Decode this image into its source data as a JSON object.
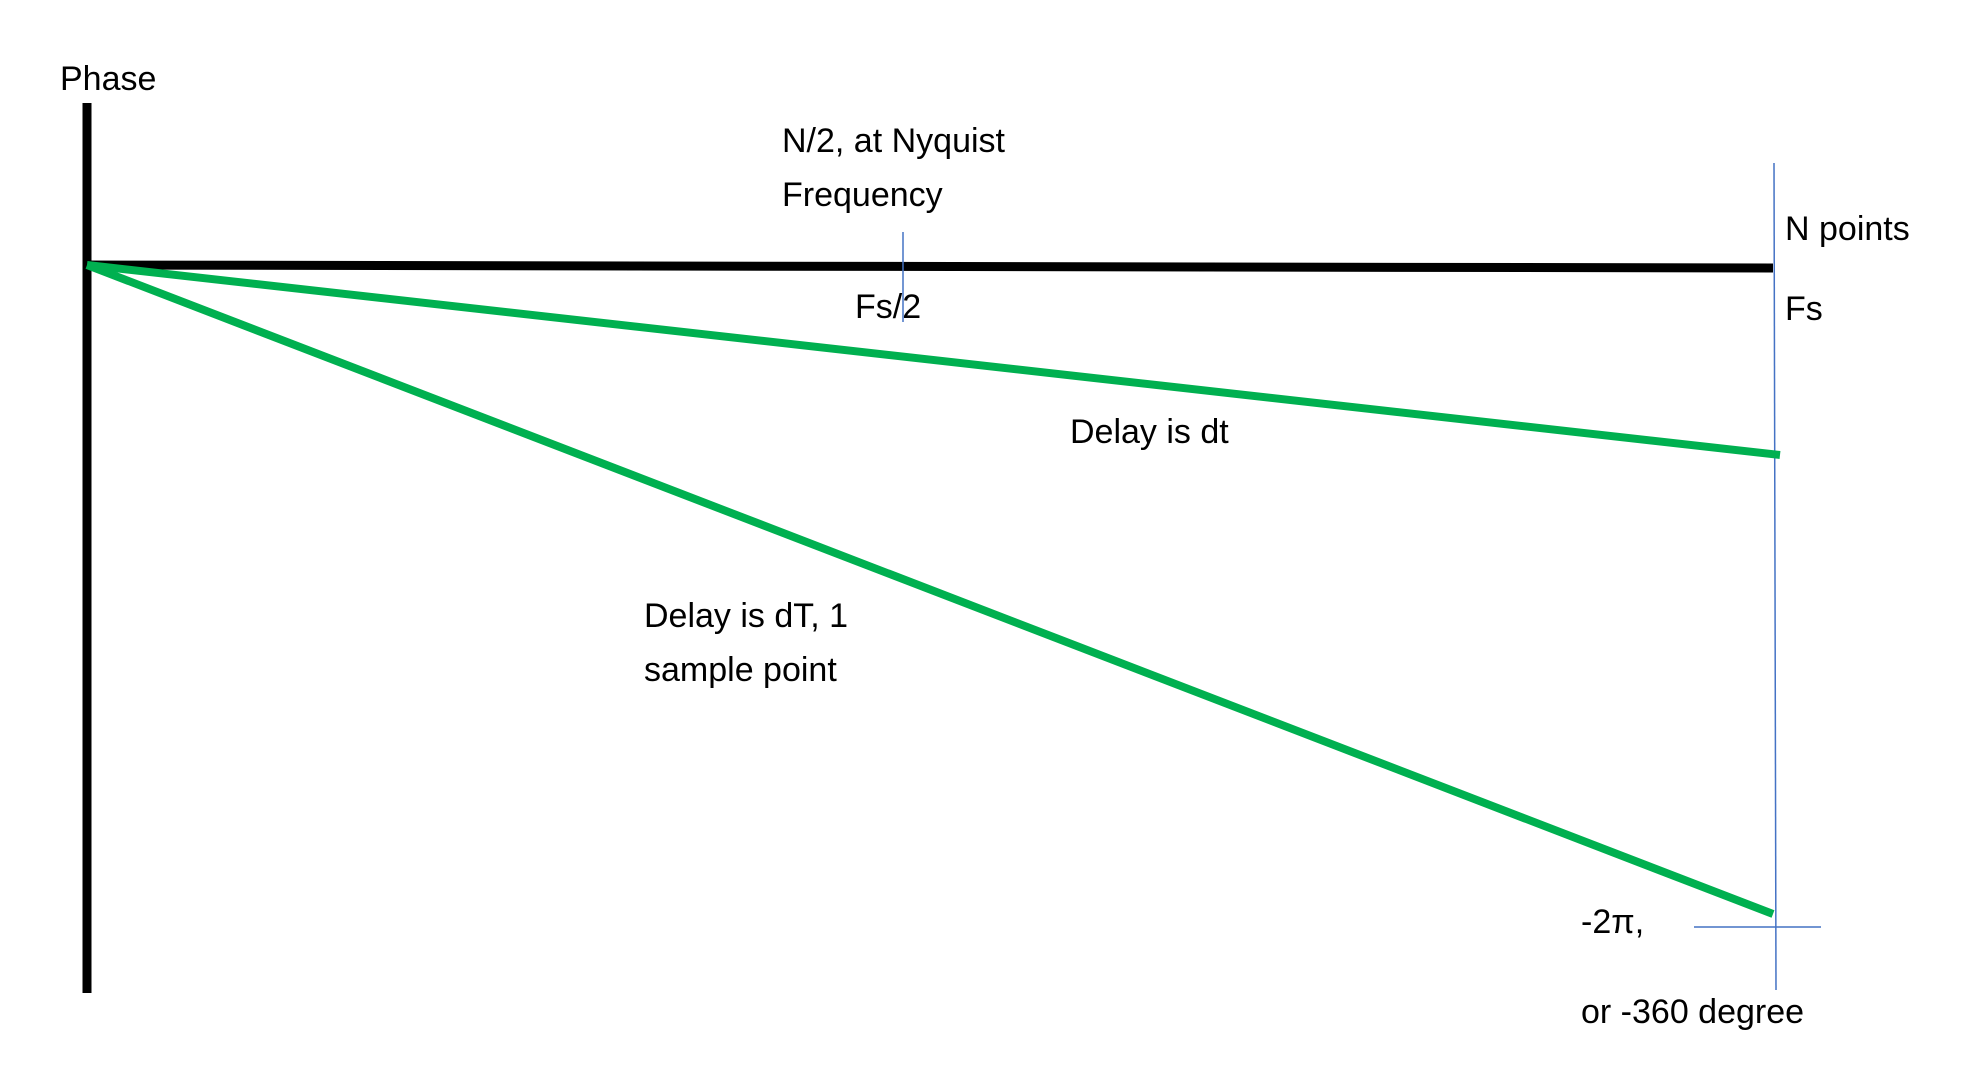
{
  "labels": {
    "phase": "Phase",
    "nyquist_line1": "N/2, at Nyquist",
    "nyquist_line2": "Frequency",
    "fs_half": "Fs/2",
    "n_points": "N points",
    "fs": "Fs",
    "delay_dt": "Delay is dt",
    "delay_dT_line1": "Delay is dT, 1",
    "delay_dT_line2": "sample point",
    "minus_2pi": "-2π,",
    "minus_360": "or -360 degree"
  },
  "colors": {
    "axis": "#000000",
    "phase_line": "#00b050",
    "marker": "#4472c4"
  }
}
